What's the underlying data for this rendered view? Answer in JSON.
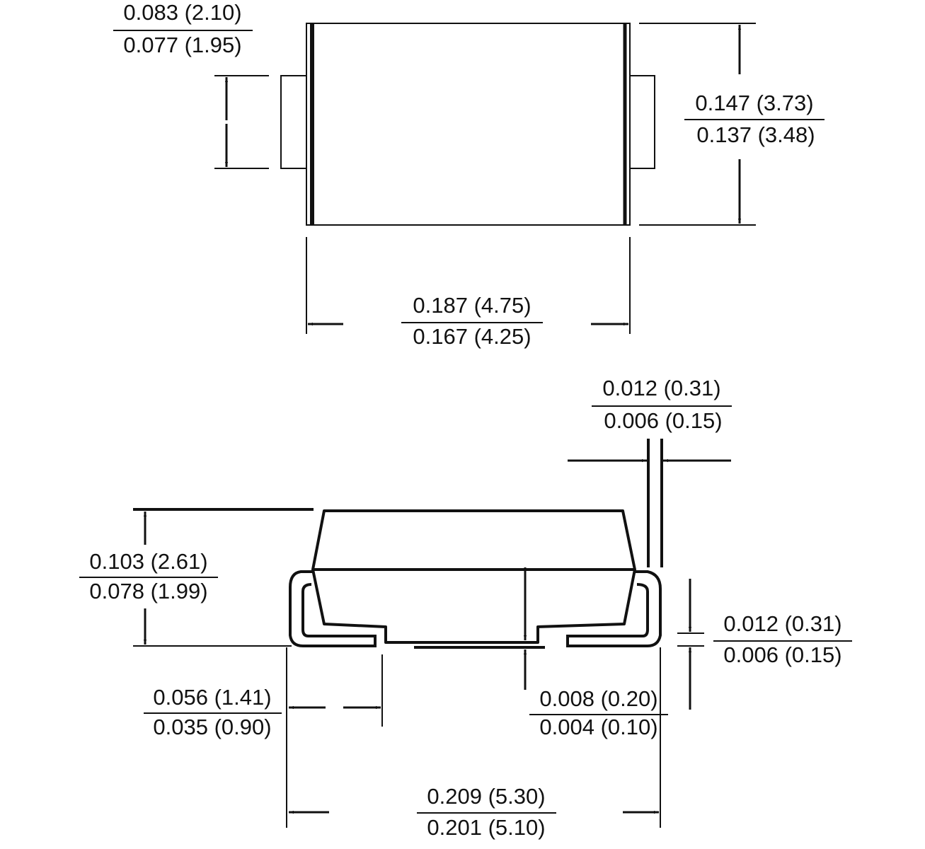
{
  "dimensions": {
    "lead_width": {
      "max": "0.083 (2.10)",
      "min": "0.077 (1.95)"
    },
    "body_width": {
      "max": "0.147 (3.73)",
      "min": "0.137 (3.48)"
    },
    "body_length": {
      "max": "0.187 (4.75)",
      "min": "0.167 (4.25)"
    },
    "lead_thickness_top": {
      "max": "0.012 (0.31)",
      "min": "0.006 (0.15)"
    },
    "overall_height": {
      "max": "0.103 (2.61)",
      "min": "0.078 (1.99)"
    },
    "lead_thickness_side": {
      "max": "0.012 (0.31)",
      "min": "0.006 (0.15)"
    },
    "foot_length": {
      "max": "0.056 (1.41)",
      "min": "0.035 (0.90)"
    },
    "standoff": {
      "max": "0.008 (0.20)",
      "min": "0.004 (0.10)"
    },
    "overall_length": {
      "max": "0.209 (5.30)",
      "min": "0.201 (5.10)"
    }
  }
}
